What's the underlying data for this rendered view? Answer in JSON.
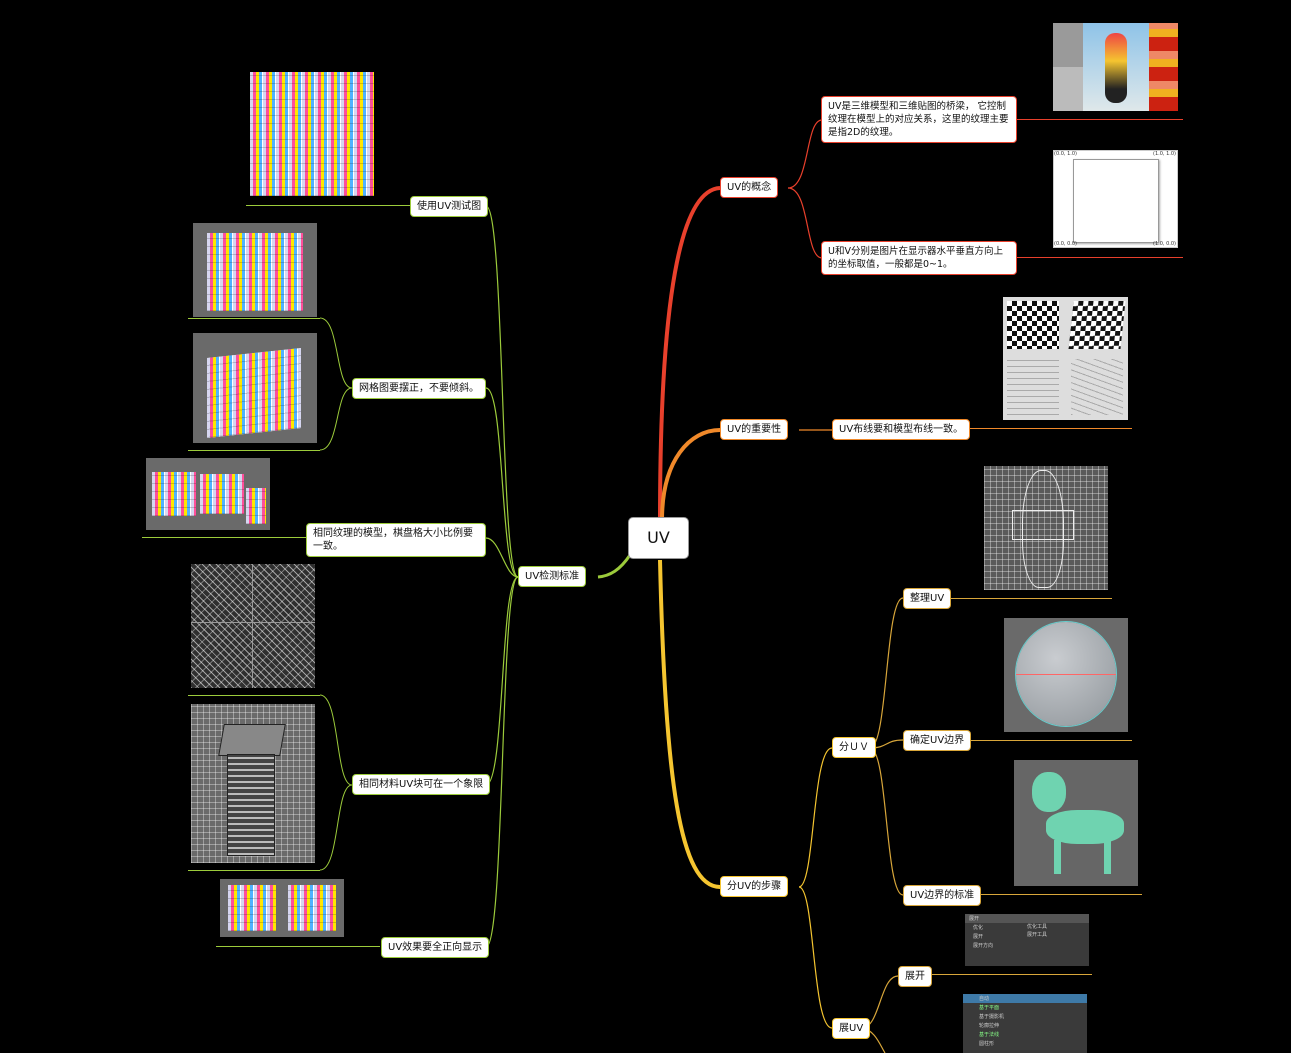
{
  "root": {
    "label": "UV"
  },
  "right": {
    "concept": {
      "label": "UV的概念",
      "desc1": "UV是三维模型和三维贴图的桥梁， 它控制纹理在模型上的对应关系，这里的纹理主要是指2D的纹理。",
      "desc2": " U和V分别是图片在显示器水平垂直方向上的坐标取值，一般都是0~1。",
      "coords": {
        "tl": "(0.0, 1.0)",
        "tr": "(1.0, 1.0)",
        "bl": "(0.0, 0.0)",
        "br": "(1.0, 0.0)"
      }
    },
    "importance": {
      "label": "UV的重要性",
      "desc": "UV布线要和模型布线一致。"
    },
    "steps": {
      "label": "分UV的步骤",
      "split": {
        "label": "分ＵＶ",
        "children": [
          "整理UV",
          "确定UV边界",
          "UV边界的标准"
        ]
      },
      "unfold": {
        "label": "展UV",
        "children": [
          "展开"
        ]
      },
      "panel1": {
        "title": "展开",
        "items": [
          "优化",
          "优化工具",
          "展开",
          "展开工具",
          "展开方向"
        ]
      },
      "panel2": {
        "items": [
          "自动",
          "基于平面",
          "基于摄影机",
          "轮廓拉伸",
          "基于法线",
          "圆柱形"
        ]
      }
    }
  },
  "left": {
    "label": "UV检测标准",
    "children": [
      "使用UV测试图",
      "网格图要摆正，不要倾斜。",
      "相同纹理的模型，棋盘格大小比例要一致。",
      "相同材料UV块可在一个象限",
      "UV效果要全正向显示"
    ]
  },
  "colors": {
    "red": "#e8402c",
    "orange": "#f0892a",
    "yellow": "#f5c530",
    "green": "#9ccb3b",
    "gold": "#d8a63a"
  }
}
